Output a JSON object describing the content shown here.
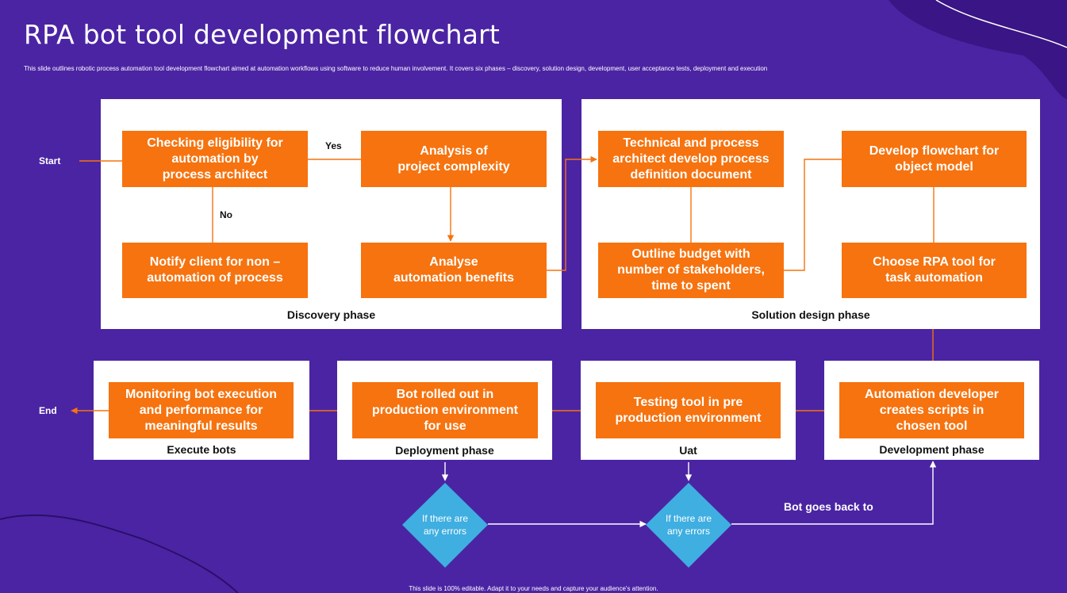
{
  "slide": {
    "title": "RPA bot tool development flowchart",
    "subtitle": "This slide outlines robotic process automation tool development flowchart aimed at automation workflows using software to reduce human involvement. It covers six phases – discovery, solution design, development, user acceptance tests, deployment and execution",
    "footer": "This slide is 100% editable. Adapt it to your needs and capture your audience's attention."
  },
  "colors": {
    "background": "#4b24a3",
    "process_box": "#f6730f",
    "decision_diamond": "#3faee0",
    "panel": "#ffffff"
  },
  "flow": {
    "start_label": "Start",
    "end_label": "End",
    "yes_label": "Yes",
    "no_label": "No",
    "goes_back_label": "Bot goes back to"
  },
  "phases": {
    "discovery": "Discovery phase",
    "solution_design": "Solution design phase",
    "execute": "Execute bots",
    "deployment": "Deployment phase",
    "uat": "Uat",
    "development": "Development phase"
  },
  "steps": {
    "checking_eligibility": "Checking eligibility  for\nautomation by\nprocess architect",
    "analysis_complexity": "Analysis of\nproject complexity",
    "notify_client": "Notify client for non –\nautomation of process",
    "analyse_benefits": "Analyse\nautomation benefits",
    "technical_architect": "Technical and process\narchitect develop process\ndefinition document",
    "develop_flowchart": "Develop flowchart for\nobject model",
    "outline_budget": "Outline budget with\nnumber of stakeholders,\ntime to spent",
    "choose_rpa_tool": "Choose RPA tool for\ntask automation",
    "monitoring_bot": "Monitoring bot execution\nand performance for\nmeaningful results",
    "bot_rolled_out": "Bot rolled out in\nproduction environment\nfor use",
    "testing_tool": "Testing tool in pre\nproduction environment",
    "automation_developer": "Automation developer\ncreates scripts in\nchosen tool"
  },
  "decisions": {
    "deployment_errors": "If there are\nany errors",
    "uat_errors": "If there are\nany errors"
  }
}
